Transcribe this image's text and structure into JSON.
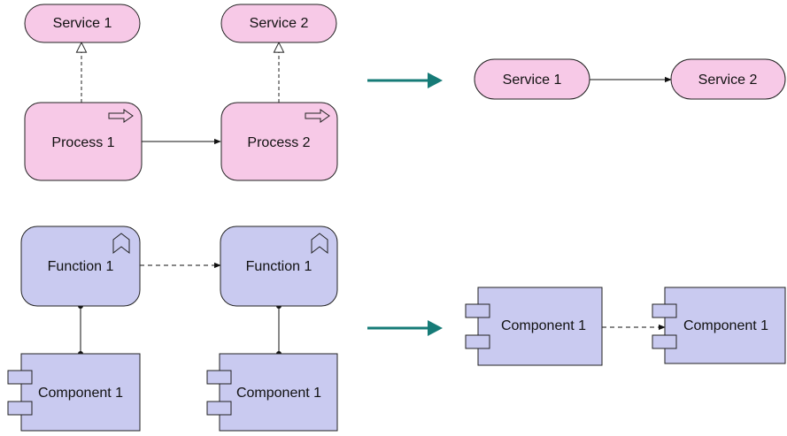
{
  "colors": {
    "business": "#f7c9e7",
    "application": "#c9caf0",
    "outline": "#222222",
    "transform_arrow": "#167b77"
  },
  "business_layer": {
    "detailed": {
      "service_1": "Service 1",
      "service_2": "Service 2",
      "process_1": "Process 1",
      "process_2": "Process 2",
      "process_icon": "process-arrow-icon"
    },
    "summary": {
      "service_1": "Service 1",
      "service_2": "Service 2"
    }
  },
  "application_layer": {
    "detailed": {
      "function_1a": "Function 1",
      "function_1b": "Function 1",
      "component_1a": "Component 1",
      "component_1b": "Component 1",
      "function_icon": "function-chevron-icon"
    },
    "summary": {
      "component_1a": "Component 1",
      "component_1b": "Component 1"
    }
  }
}
